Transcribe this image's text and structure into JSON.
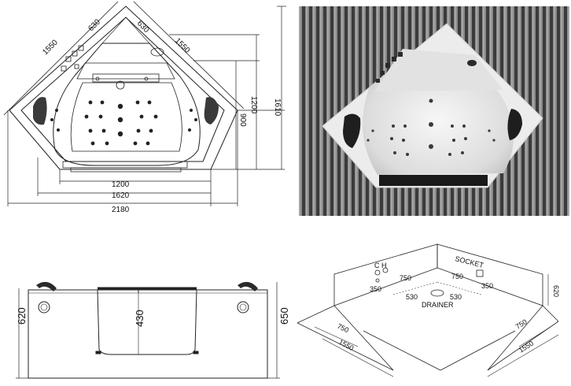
{
  "plan": {
    "dims": {
      "top_left": "630",
      "top_right": "630",
      "diag_left": "1550",
      "diag_right": "1550",
      "height_outer": "1610",
      "height_mid": "1200",
      "height_inner": "900",
      "width_inner": "1200",
      "width_mid": "1620",
      "width_outer": "2180"
    }
  },
  "photo": {
    "description_hidden": ""
  },
  "side": {
    "dims": {
      "left_height": "620",
      "center_depth": "430",
      "right_height": "650"
    }
  },
  "install": {
    "labels": {
      "tap": "C  H",
      "socket": "SOCKET",
      "drainer": "DRAINER"
    },
    "dims": {
      "tap_left_750": "750",
      "tap_left_350": "350",
      "socket_750": "750",
      "socket_350": "350",
      "drain_left_530": "530",
      "drain_right_530": "530",
      "wall_height": "620",
      "floor_left_750": "750",
      "floor_left_1550": "1550",
      "floor_right_750": "750",
      "floor_right_1550": "1550"
    }
  },
  "colors": {
    "line": "#222222",
    "pillow": "#3a3a3a",
    "tub_white": "#f4f4f4",
    "deck_dark": "#1a1a1a"
  }
}
